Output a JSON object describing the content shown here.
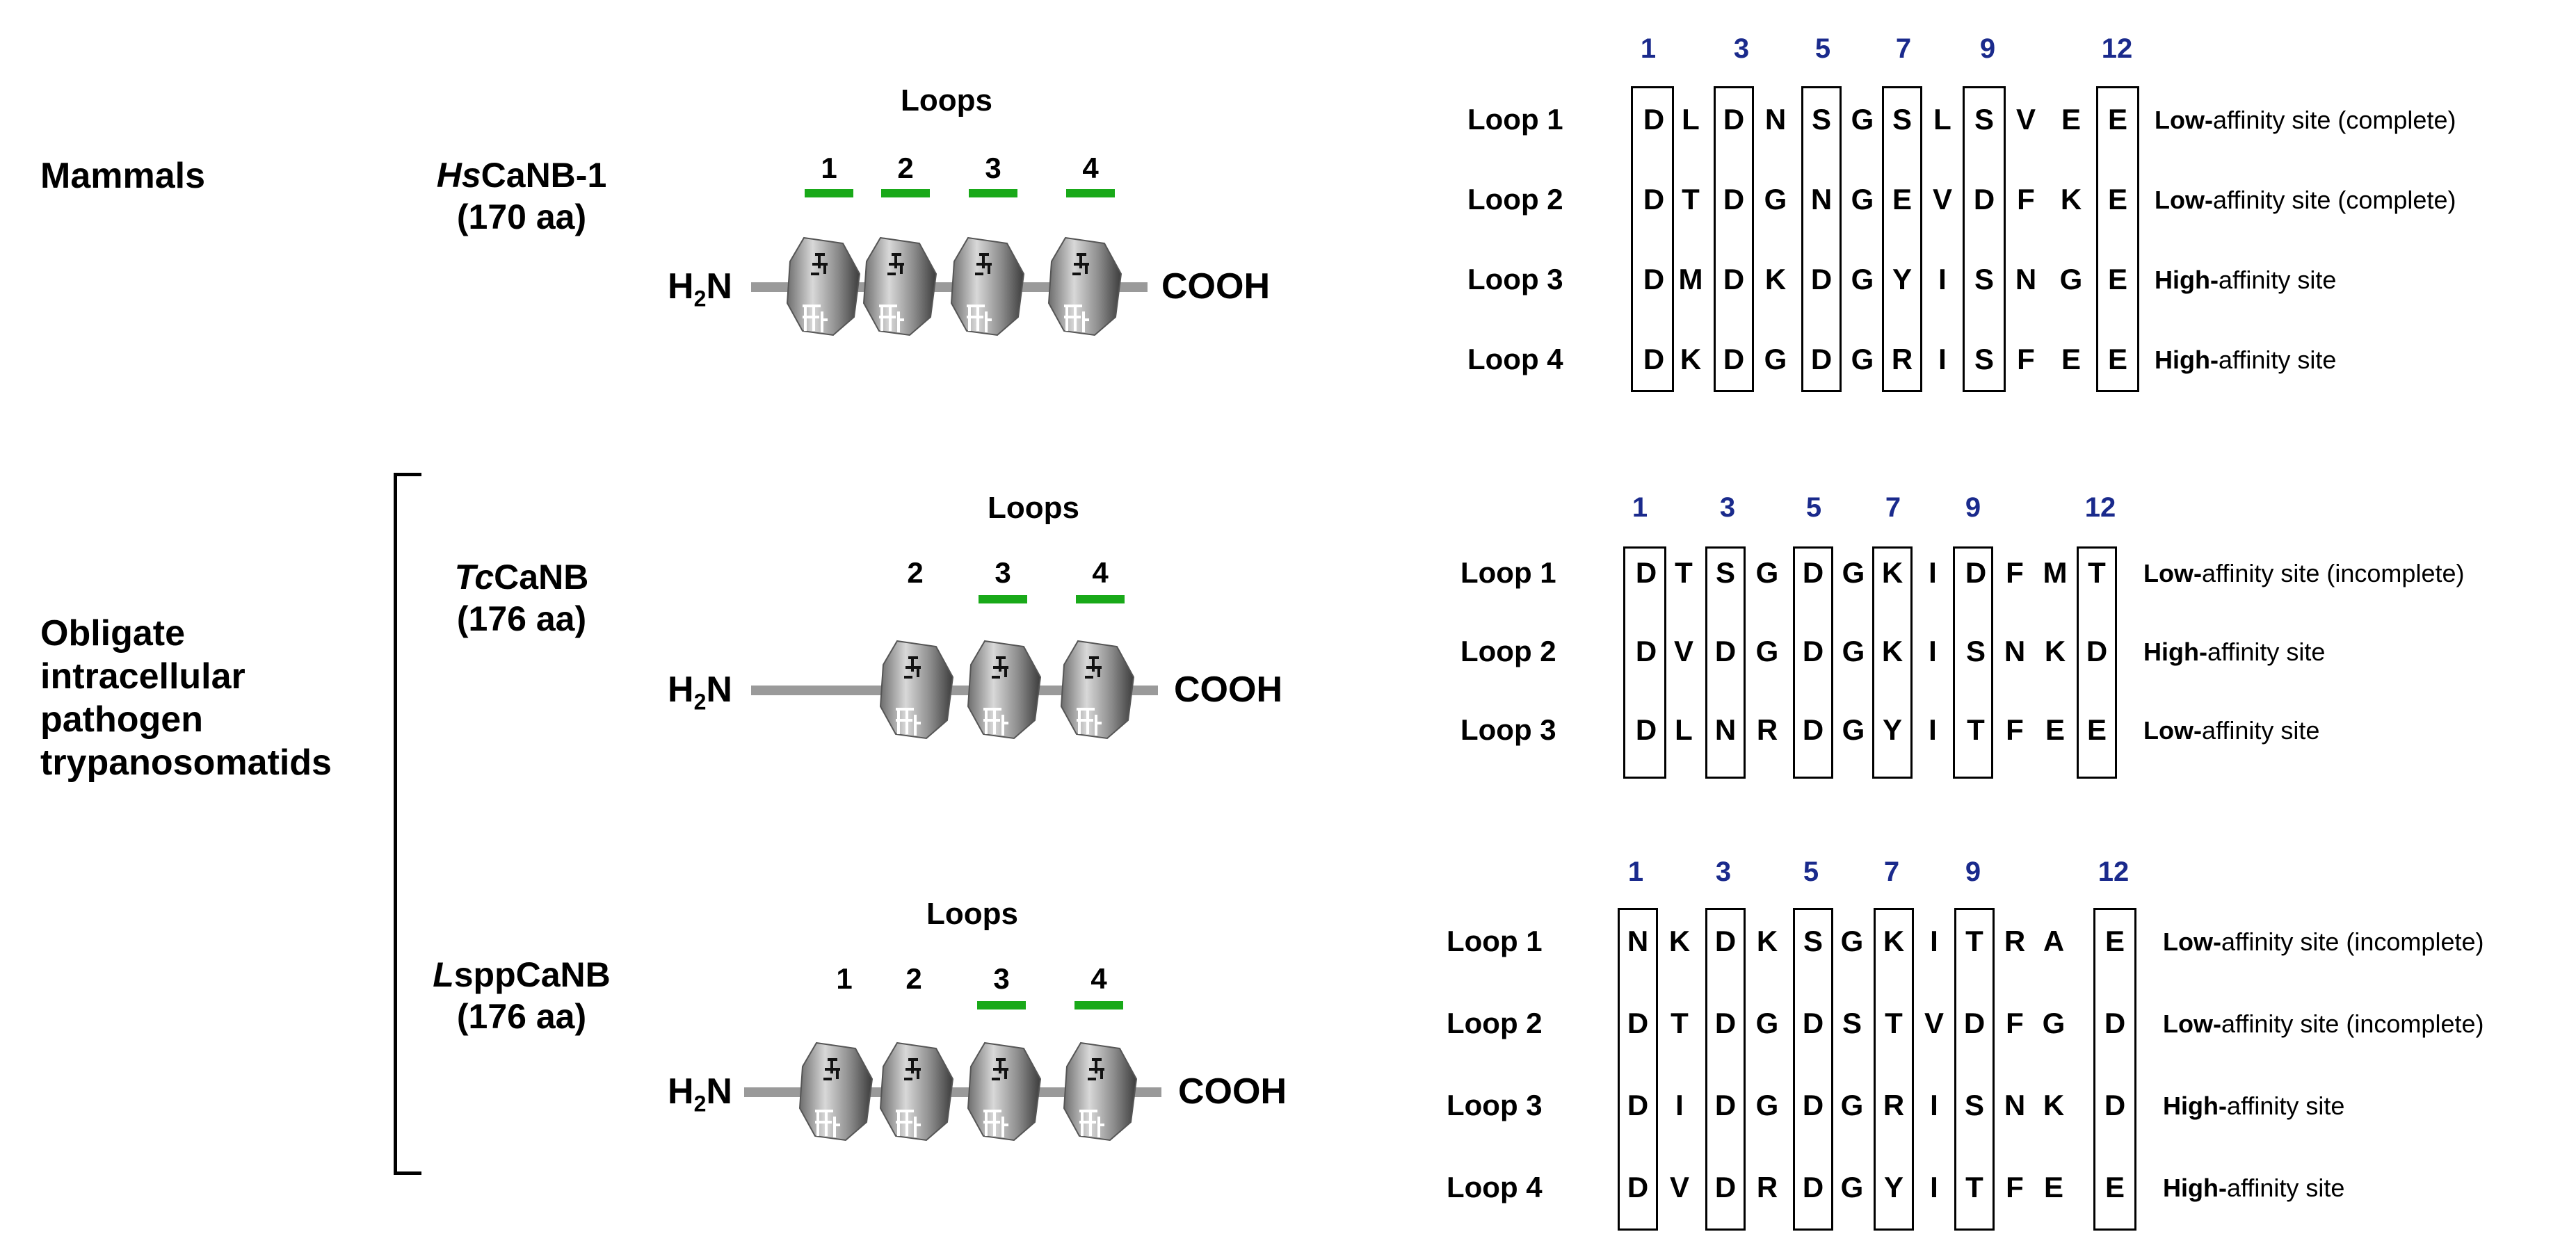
{
  "groups": {
    "mammals": "Mammals",
    "pathogens": [
      "Obligate",
      "intracellular",
      "pathogen",
      "trypanosomatids"
    ]
  },
  "proteins": [
    {
      "name_italic": "Hs",
      "name_rest": "CaNB-1",
      "length": "(170 aa)",
      "loops_title": "Loops",
      "loop_numbers": [
        "1",
        "2",
        "3",
        "4"
      ],
      "green_loops": [
        "1",
        "2",
        "3",
        "4"
      ],
      "n_terminus": "H",
      "n_sub": "2",
      "n_suffix": "N",
      "c_terminus": "COOH",
      "positions": [
        "1",
        "3",
        "5",
        "7",
        "9",
        "12"
      ],
      "rows": [
        {
          "label": "Loop 1",
          "seq": [
            "D",
            "L",
            "D",
            "N",
            "S",
            "G",
            "S",
            "L",
            "S",
            "V",
            "E",
            "E"
          ],
          "site_bold": "Low-",
          "site_rest": "affinity site (complete)"
        },
        {
          "label": "Loop 2",
          "seq": [
            "D",
            "T",
            "D",
            "G",
            "N",
            "G",
            "E",
            "V",
            "D",
            "F",
            "K",
            "E"
          ],
          "site_bold": "Low-",
          "site_rest": "affinity site (complete)"
        },
        {
          "label": "Loop 3",
          "seq": [
            "D",
            "M",
            "D",
            "K",
            "D",
            "G",
            "Y",
            "I",
            "S",
            "N",
            "G",
            "E"
          ],
          "site_bold": "High-",
          "site_rest": "affinity site"
        },
        {
          "label": "Loop 4",
          "seq": [
            "D",
            "K",
            "D",
            "G",
            "D",
            "G",
            "R",
            "I",
            "S",
            "F",
            "E",
            "E"
          ],
          "site_bold": "High-",
          "site_rest": "affinity site"
        }
      ]
    },
    {
      "name_italic": "Tc",
      "name_rest": "CaNB",
      "length": "(176 aa)",
      "loops_title": "Loops",
      "loop_numbers": [
        "2",
        "3",
        "4"
      ],
      "green_loops": [
        "3",
        "4"
      ],
      "n_terminus": "H",
      "n_sub": "2",
      "n_suffix": "N",
      "c_terminus": "COOH",
      "positions": [
        "1",
        "3",
        "5",
        "7",
        "9",
        "12"
      ],
      "rows": [
        {
          "label": "Loop 1",
          "seq": [
            "D",
            "T",
            "S",
            "G",
            "D",
            "G",
            "K",
            "I",
            "D",
            "F",
            "M",
            "T"
          ],
          "site_bold": "Low-",
          "site_rest": "affinity site (incomplete)"
        },
        {
          "label": "Loop 2",
          "seq": [
            "D",
            "V",
            "D",
            "G",
            "D",
            "G",
            "K",
            "I",
            "S",
            "N",
            "K",
            "D"
          ],
          "site_bold": "High-",
          "site_rest": "affinity site"
        },
        {
          "label": "Loop 3",
          "seq": [
            "D",
            "L",
            "N",
            "R",
            "D",
            "G",
            "Y",
            "I",
            "T",
            "F",
            "E",
            "E"
          ],
          "site_bold": "Low-",
          "site_rest": "affinity site"
        }
      ]
    },
    {
      "name_italic": "L",
      "name_rest": "sppCaNB",
      "length": "(176 aa)",
      "loops_title": "Loops",
      "loop_numbers": [
        "1",
        "2",
        "3",
        "4"
      ],
      "green_loops": [
        "3",
        "4"
      ],
      "n_terminus": "H",
      "n_sub": "2",
      "n_suffix": "N",
      "c_terminus": "COOH",
      "positions": [
        "1",
        "3",
        "5",
        "7",
        "9",
        "12"
      ],
      "rows": [
        {
          "label": "Loop 1",
          "seq": [
            "N",
            "K",
            "D",
            "K",
            "S",
            "G",
            "K",
            "I",
            "T",
            "R",
            "A",
            "E"
          ],
          "site_bold": "Low-",
          "site_rest": "affinity site (incomplete)"
        },
        {
          "label": "Loop 2",
          "seq": [
            "D",
            "T",
            "D",
            "G",
            "D",
            "S",
            "T",
            "V",
            "D",
            "F",
            "G",
            "D"
          ],
          "site_bold": "Low-",
          "site_rest": "affinity site (incomplete)"
        },
        {
          "label": "Loop 3",
          "seq": [
            "D",
            "I",
            "D",
            "G",
            "D",
            "G",
            "R",
            "I",
            "S",
            "N",
            "K",
            "D"
          ],
          "site_bold": "High-",
          "site_rest": "affinity site"
        },
        {
          "label": "Loop 4",
          "seq": [
            "D",
            "V",
            "D",
            "R",
            "D",
            "G",
            "Y",
            "I",
            "T",
            "F",
            "E",
            "E"
          ],
          "site_bold": "High-",
          "site_rest": "affinity site"
        }
      ]
    }
  ],
  "colors": {
    "green_bar": "#19a919",
    "position_blue": "#1a2a8c",
    "backbone": "#9a9a9a"
  }
}
